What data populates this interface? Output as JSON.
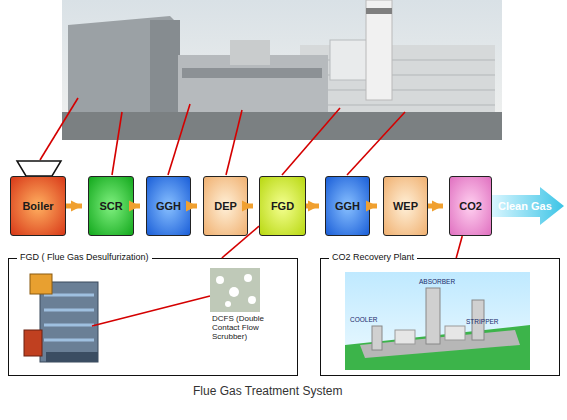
{
  "diagram": {
    "caption": "Flue Gas Treatment System",
    "nodes": [
      {
        "text": [
          "Boiler"
        ]
      },
      {
        "text": [
          "SCR"
        ]
      },
      {
        "text": [
          "GGH"
        ]
      },
      {
        "text": [
          "DEP"
        ]
      },
      {
        "text": [
          "FGD"
        ]
      },
      {
        "text": [
          "GGH"
        ]
      },
      {
        "text": [
          "WEP"
        ]
      },
      {
        "text": [
          "CO2"
        ]
      },
      {
        "text": [
          "Clean Gas"
        ]
      },
      {
        "text": [
          "FGD ( Flue Gas Desulfurization)"
        ]
      },
      {
        "text": [
          "CO2 Recovery Plant"
        ]
      }
    ],
    "edges": [
      {
        "from": 0,
        "to": 1,
        "arrow": "to"
      },
      {
        "from": 1,
        "to": 2,
        "arrow": "to"
      },
      {
        "from": 2,
        "to": 3,
        "arrow": "to"
      },
      {
        "from": 3,
        "to": 4,
        "arrow": "to"
      },
      {
        "from": 4,
        "to": 5,
        "arrow": "to"
      },
      {
        "from": 5,
        "to": 6,
        "arrow": "to"
      },
      {
        "from": 6,
        "to": 7,
        "arrow": "to"
      },
      {
        "from": 4,
        "to": 9,
        "arrow": "none"
      },
      {
        "from": 7,
        "to": 10,
        "arrow": "none"
      }
    ],
    "labels": [
      "DCFS (Double Contact Flow Scrubber)",
      "ABSORBER",
      "COOLER",
      "STRIPPER"
    ]
  }
}
